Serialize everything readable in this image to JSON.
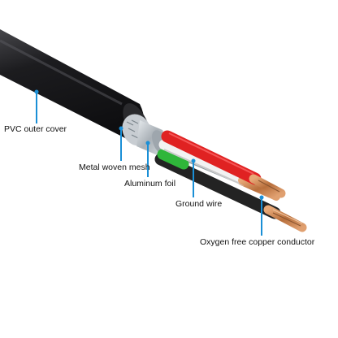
{
  "labels": {
    "pvc_outer_cover": "PVC outer cover",
    "metal_woven_mesh": "Metal woven mesh",
    "aluminum_foil": "Aluminum foil",
    "ground_wire": "Ground wire",
    "oxygen_free_copper_conductor": "Oxygen free copper conductor"
  },
  "colors": {
    "jacket": "#1b1b1d",
    "callout": "#1a8fd6",
    "wire_red": "#e02222",
    "wire_white": "#f2f2f2",
    "wire_green": "#2fb63a",
    "wire_black": "#232323",
    "copper": "#c8844f"
  }
}
